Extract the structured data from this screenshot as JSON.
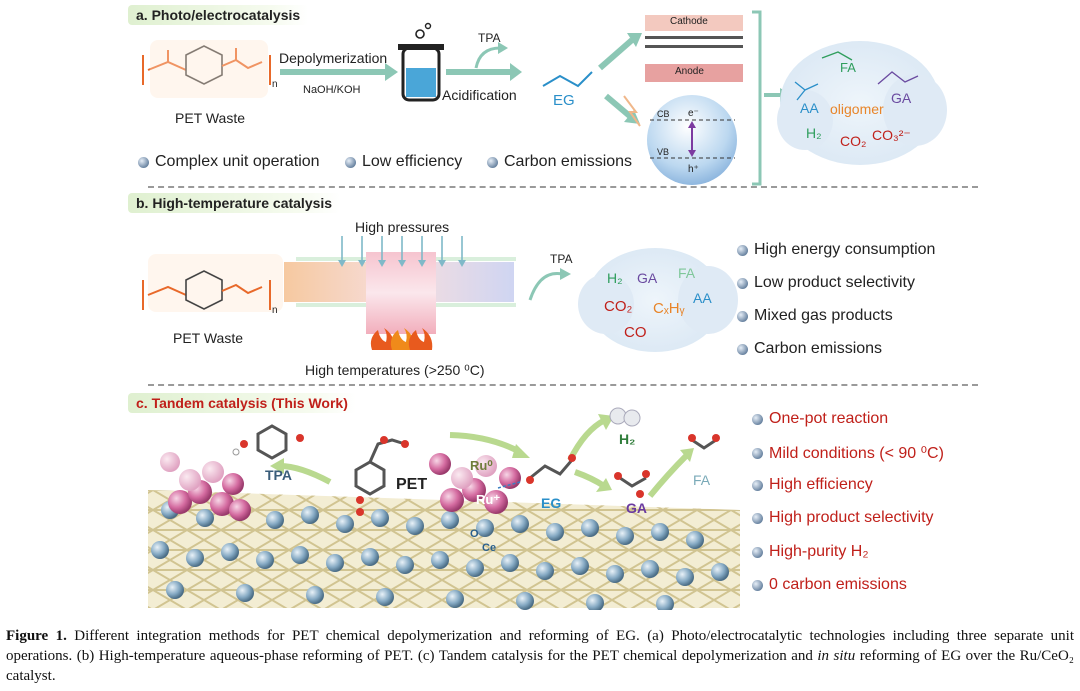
{
  "section_a": {
    "title": "a. Photo/electrocatalysis",
    "pet_label": "PET Waste",
    "subscript_n": "n",
    "depolymerization": "Depolymerization",
    "naoh": "NaOH/KOH",
    "acidification": "Acidification",
    "tpa": "TPA",
    "eg": "EG",
    "cathode": "Cathode",
    "anode": "Anode",
    "cb": "CB",
    "vb": "VB",
    "electron": "e⁻",
    "hole": "h⁺",
    "products": {
      "fa": "FA",
      "aa": "AA",
      "oligomer": "oligomer",
      "ga": "GA",
      "h2": "H₂",
      "co2": "CO₂",
      "co3": "CO₃²⁻"
    },
    "bullets": [
      "Complex unit operation",
      "Low efficiency",
      "Carbon emissions"
    ]
  },
  "section_b": {
    "title": "b. High-temperature catalysis",
    "pet_label": "PET Waste",
    "subscript_n": "n",
    "pressures": "High pressures",
    "temperatures": "High temperatures (>250 ⁰C)",
    "tpa": "TPA",
    "products": {
      "h2": "H₂",
      "ga": "GA",
      "fa": "FA",
      "co2": "CO₂",
      "cxhy": "CₓHᵧ",
      "aa": "AA",
      "co": "CO"
    },
    "bullets": [
      "High energy consumption",
      "Low product selectivity",
      "Mixed gas products",
      "Carbon emissions"
    ]
  },
  "section_c": {
    "title": "c. Tandem catalysis (This Work)",
    "tpa": "TPA",
    "pet": "PET",
    "ru0": "Ru⁰",
    "ruplus": "Ru⁺",
    "o": "O",
    "ce": "Ce",
    "eg": "EG",
    "h2": "H₂",
    "ga": "GA",
    "fa": "FA",
    "bullets": [
      "One-pot reaction",
      "Mild conditions (< 90 ⁰C)",
      "High efficiency",
      "High product selectivity",
      "High-purity H₂",
      "0 carbon emissions"
    ]
  },
  "caption": {
    "label": "Figure 1.",
    "text": " Different integration methods for PET chemical depolymerization and reforming of EG. (a) Photo/electrocatalytic technologies including three separate unit operations. (b) High-temperature aqueous-phase reforming of PET. (c) Tandem catalysis for the PET chemical depolymerization and ",
    "italic": "in situ",
    "text_end": " reforming of EG over the Ru/CeO₂ catalyst."
  }
}
